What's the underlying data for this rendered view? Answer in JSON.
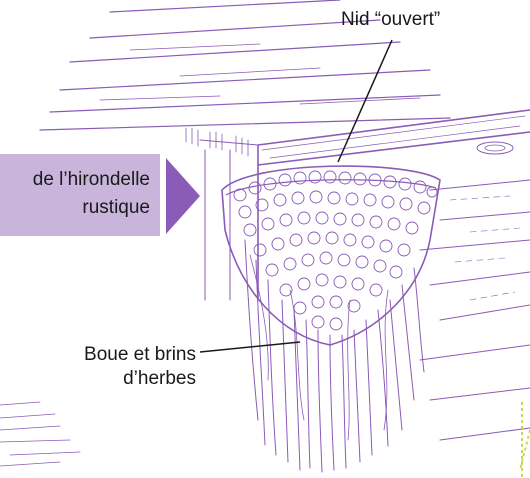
{
  "labels": {
    "open_nest": "Nid “ouvert”",
    "mud_line1": "Boue et brins",
    "mud_line2": "d’herbes"
  },
  "callout": {
    "line1": "de l’hirondelle",
    "line2": "rustique"
  },
  "colors": {
    "sketch": "#8a5bb7",
    "callout_bg": "#c9b5dc",
    "callout_arrow": "#8a5bb7",
    "text": "#1a1a1a"
  }
}
